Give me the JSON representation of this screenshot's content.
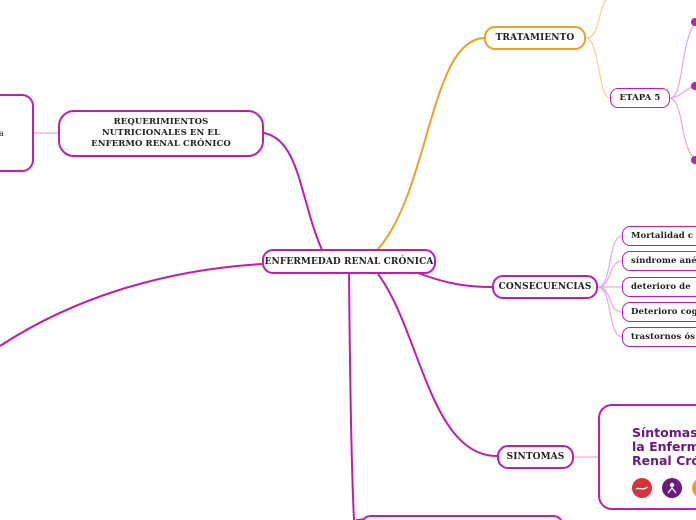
{
  "central": "ENFERMEDAD RENAL CRÓNICA",
  "branches": {
    "requerimientos": "REQUERIMIENTOS NUTRICIONALES EN EL ENFERMO RENAL CRÓNICO",
    "tratamiento": "TRATAMIENTO",
    "etapa5": "ETAPA 5",
    "consecuencias": "CONSECUENCIAS",
    "sintomas": "SINTOMAS"
  },
  "left_fragment_letter": "a",
  "consecuencias_items": [
    "Mortalidad c",
    "síndrome ané",
    "deterioro de",
    "Deterioro cog",
    "trastornos ós"
  ],
  "sintomas_card": {
    "title_lines": [
      "Síntomas d",
      "la Enferm",
      "Renal Cró"
    ],
    "icons": [
      {
        "name": "kidney-icon",
        "color": "#d8313a"
      },
      {
        "name": "person-icon",
        "color": "#6a1a80"
      },
      {
        "name": "orange-circle-icon",
        "color": "#f0a020"
      }
    ]
  },
  "colors": {
    "magenta": "#c21bb0",
    "orange": "#f0a020",
    "purple": "#6a1a80"
  }
}
